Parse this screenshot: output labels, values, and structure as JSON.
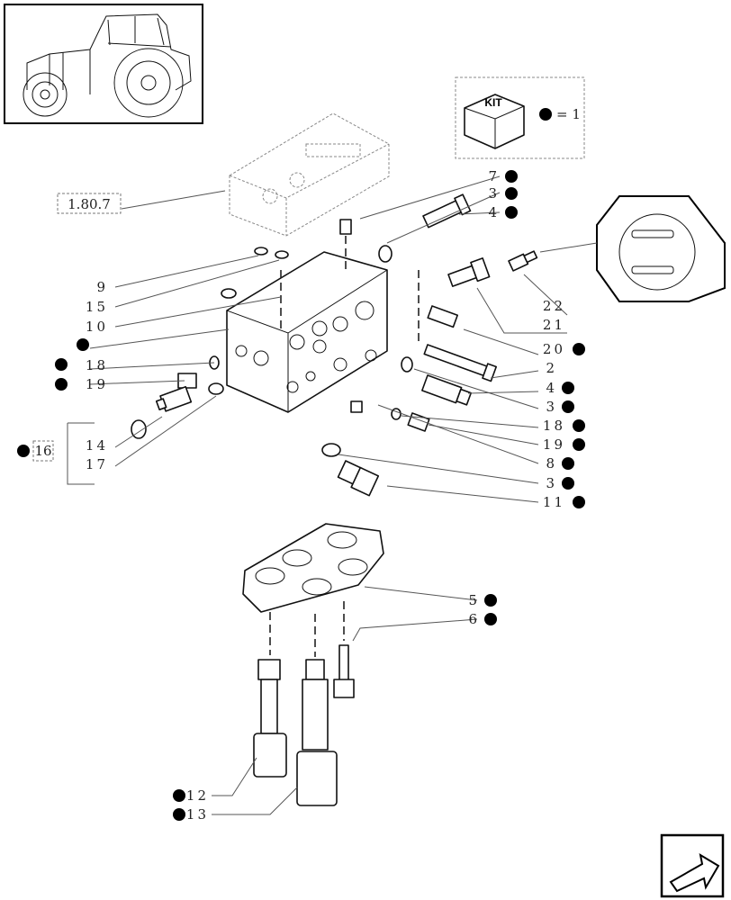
{
  "reference_label": "1.80.7",
  "kit_legend": {
    "kit_text": "KIT",
    "equals_text": "=  1"
  },
  "callouts_left": [
    {
      "text": "9",
      "dot": false
    },
    {
      "text": "15",
      "dot": false
    },
    {
      "text": "10",
      "dot": false
    },
    {
      "text": "",
      "dot": true
    },
    {
      "text": "18",
      "dot": true
    },
    {
      "text": "19",
      "dot": true
    }
  ],
  "group_16": {
    "label": "16",
    "items": [
      "14",
      "17"
    ]
  },
  "callouts_right_top": [
    {
      "text": "7",
      "dot": true
    },
    {
      "text": "3",
      "dot": true
    },
    {
      "text": "4",
      "dot": true
    }
  ],
  "callouts_right": [
    {
      "text": "22",
      "dot": false
    },
    {
      "text": "21",
      "dot": false
    },
    {
      "text": "20",
      "dot": true
    },
    {
      "text": "2",
      "dot": false
    },
    {
      "text": "4",
      "dot": true
    },
    {
      "text": "3",
      "dot": true
    },
    {
      "text": "18",
      "dot": true
    },
    {
      "text": "19",
      "dot": true
    },
    {
      "text": "8",
      "dot": true
    },
    {
      "text": "3",
      "dot": true
    },
    {
      "text": "11",
      "dot": true
    }
  ],
  "callouts_plate": [
    {
      "text": "5",
      "dot": true
    },
    {
      "text": "6",
      "dot": true
    }
  ],
  "callouts_bottom_left": [
    {
      "text": "12",
      "dot": true
    },
    {
      "text": "13",
      "dot": true
    }
  ]
}
